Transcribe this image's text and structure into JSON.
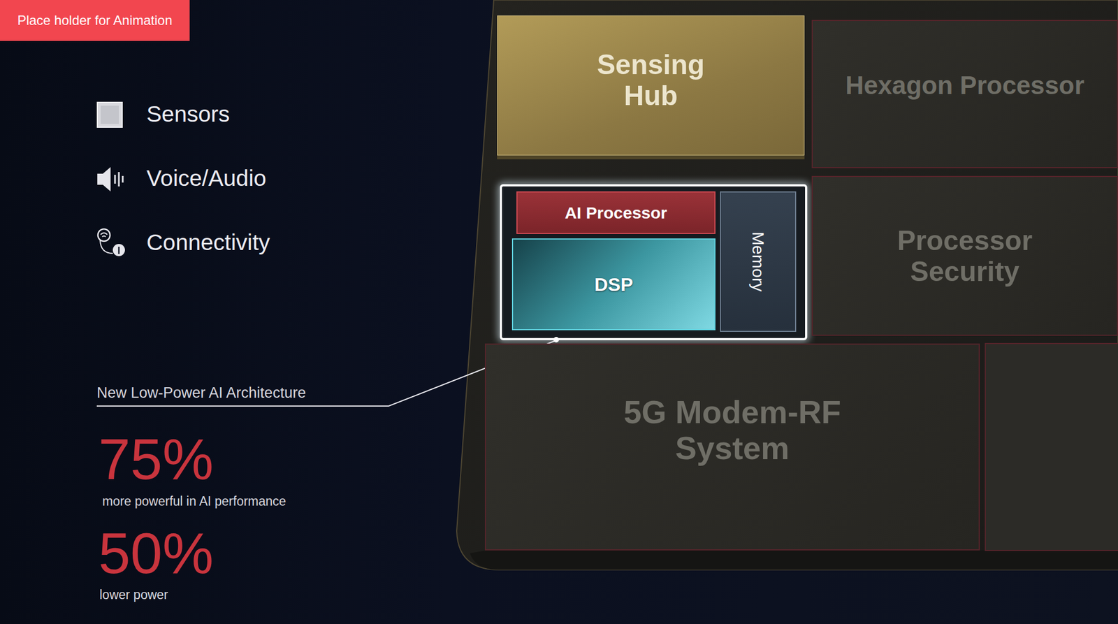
{
  "diagram": {
    "nodes": [
      {
        "text": [
          "Place holder for Animation"
        ]
      },
      {
        "text": [
          "Sensing Hub"
        ]
      },
      {
        "text": [
          "Hexagon Processor"
        ]
      },
      {
        "text": [
          "AI Processor"
        ]
      },
      {
        "text": [
          "DSP"
        ]
      },
      {
        "text": [
          "Memory"
        ]
      },
      {
        "text": [
          "Processor Security"
        ]
      },
      {
        "text": [
          "5G Modem-RF System"
        ]
      }
    ],
    "labels": [
      "Sensors",
      "Voice/Audio",
      "Connectivity",
      "New Low-Power AI Architecture",
      "75%",
      "more powerful in AI performance",
      "50%",
      "lower power"
    ]
  }
}
